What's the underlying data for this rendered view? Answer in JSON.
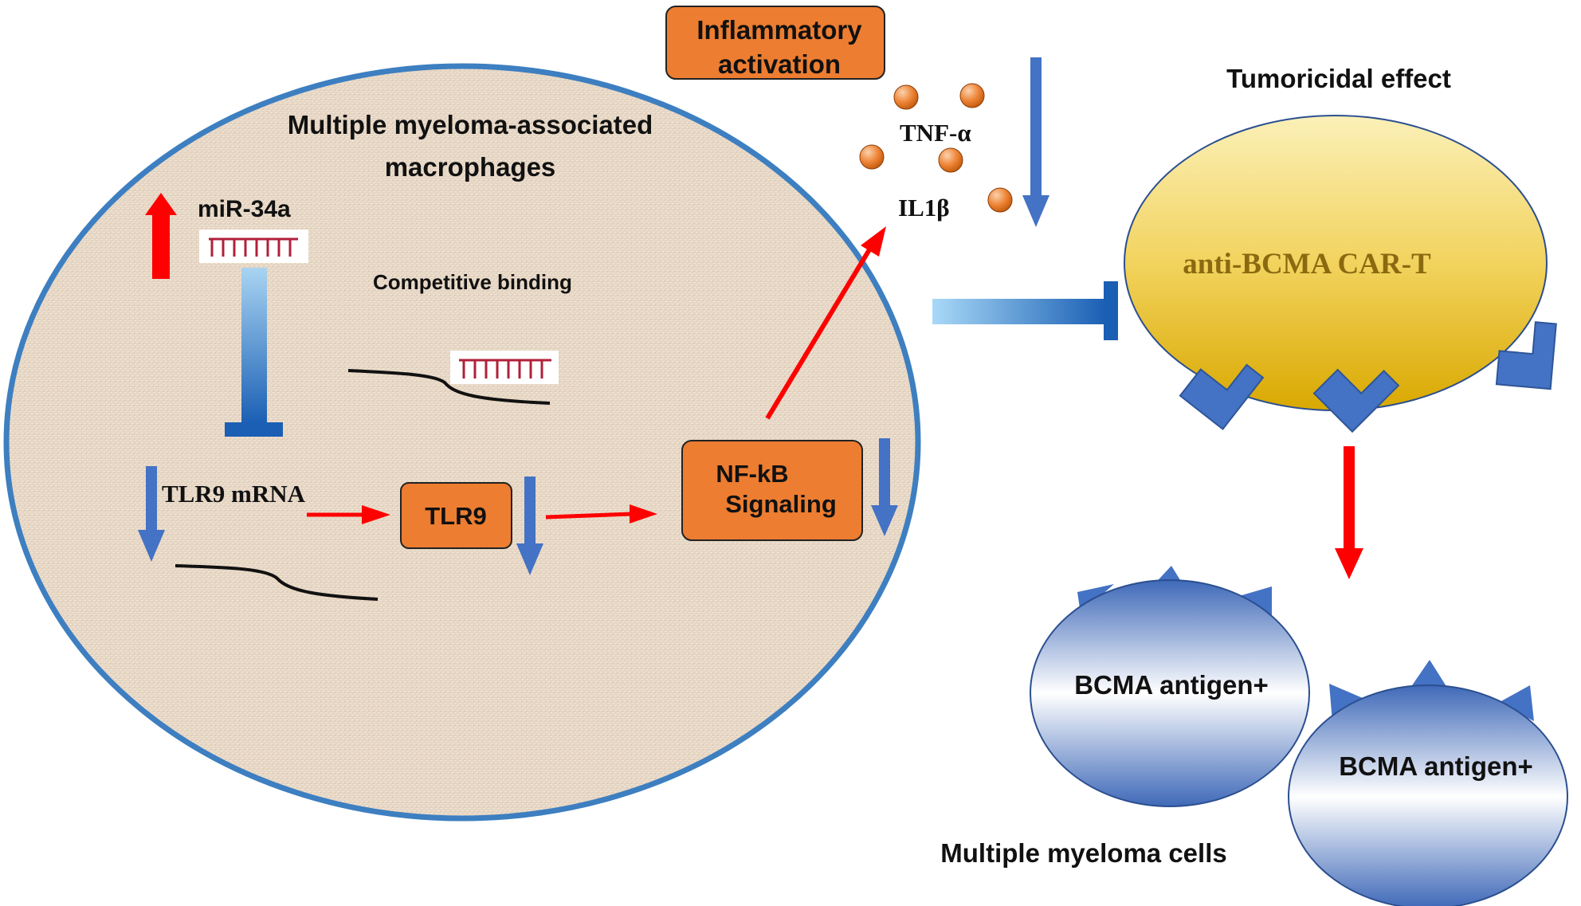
{
  "macrophage": {
    "title_line1": "Multiple myeloma-associated",
    "title_line2": "macrophages",
    "mirna_label": "miR-34a",
    "competitive_label": "Competitive binding",
    "tlr9_mrna_label": "TLR9 mRNA",
    "tlr9_box": "TLR9",
    "nfkb_line1": "NF-kB",
    "nfkb_line2": "Signaling"
  },
  "inflammation": {
    "box_line1": "Inflammatory",
    "box_line2": "activation",
    "cytokine1": "TNF-α",
    "cytokine2": "IL1β"
  },
  "cart": {
    "title": "Tumoricidal effect",
    "label": "anti-BCMA CAR-T"
  },
  "myeloma": {
    "cell1_label": "BCMA antigen+",
    "cell2_label": "BCMA antigen+",
    "caption": "Multiple myeloma cells"
  },
  "colors": {
    "orange_box": "#ed7d31",
    "red_arrow": "#ff0000",
    "blue_arrow": "#4472c4",
    "macrophage_fill": "#e8d8c6",
    "macrophage_border": "#3d7fc0",
    "cart_fill": "#f2d56a",
    "myeloma_fill": "#7f9fd6"
  }
}
